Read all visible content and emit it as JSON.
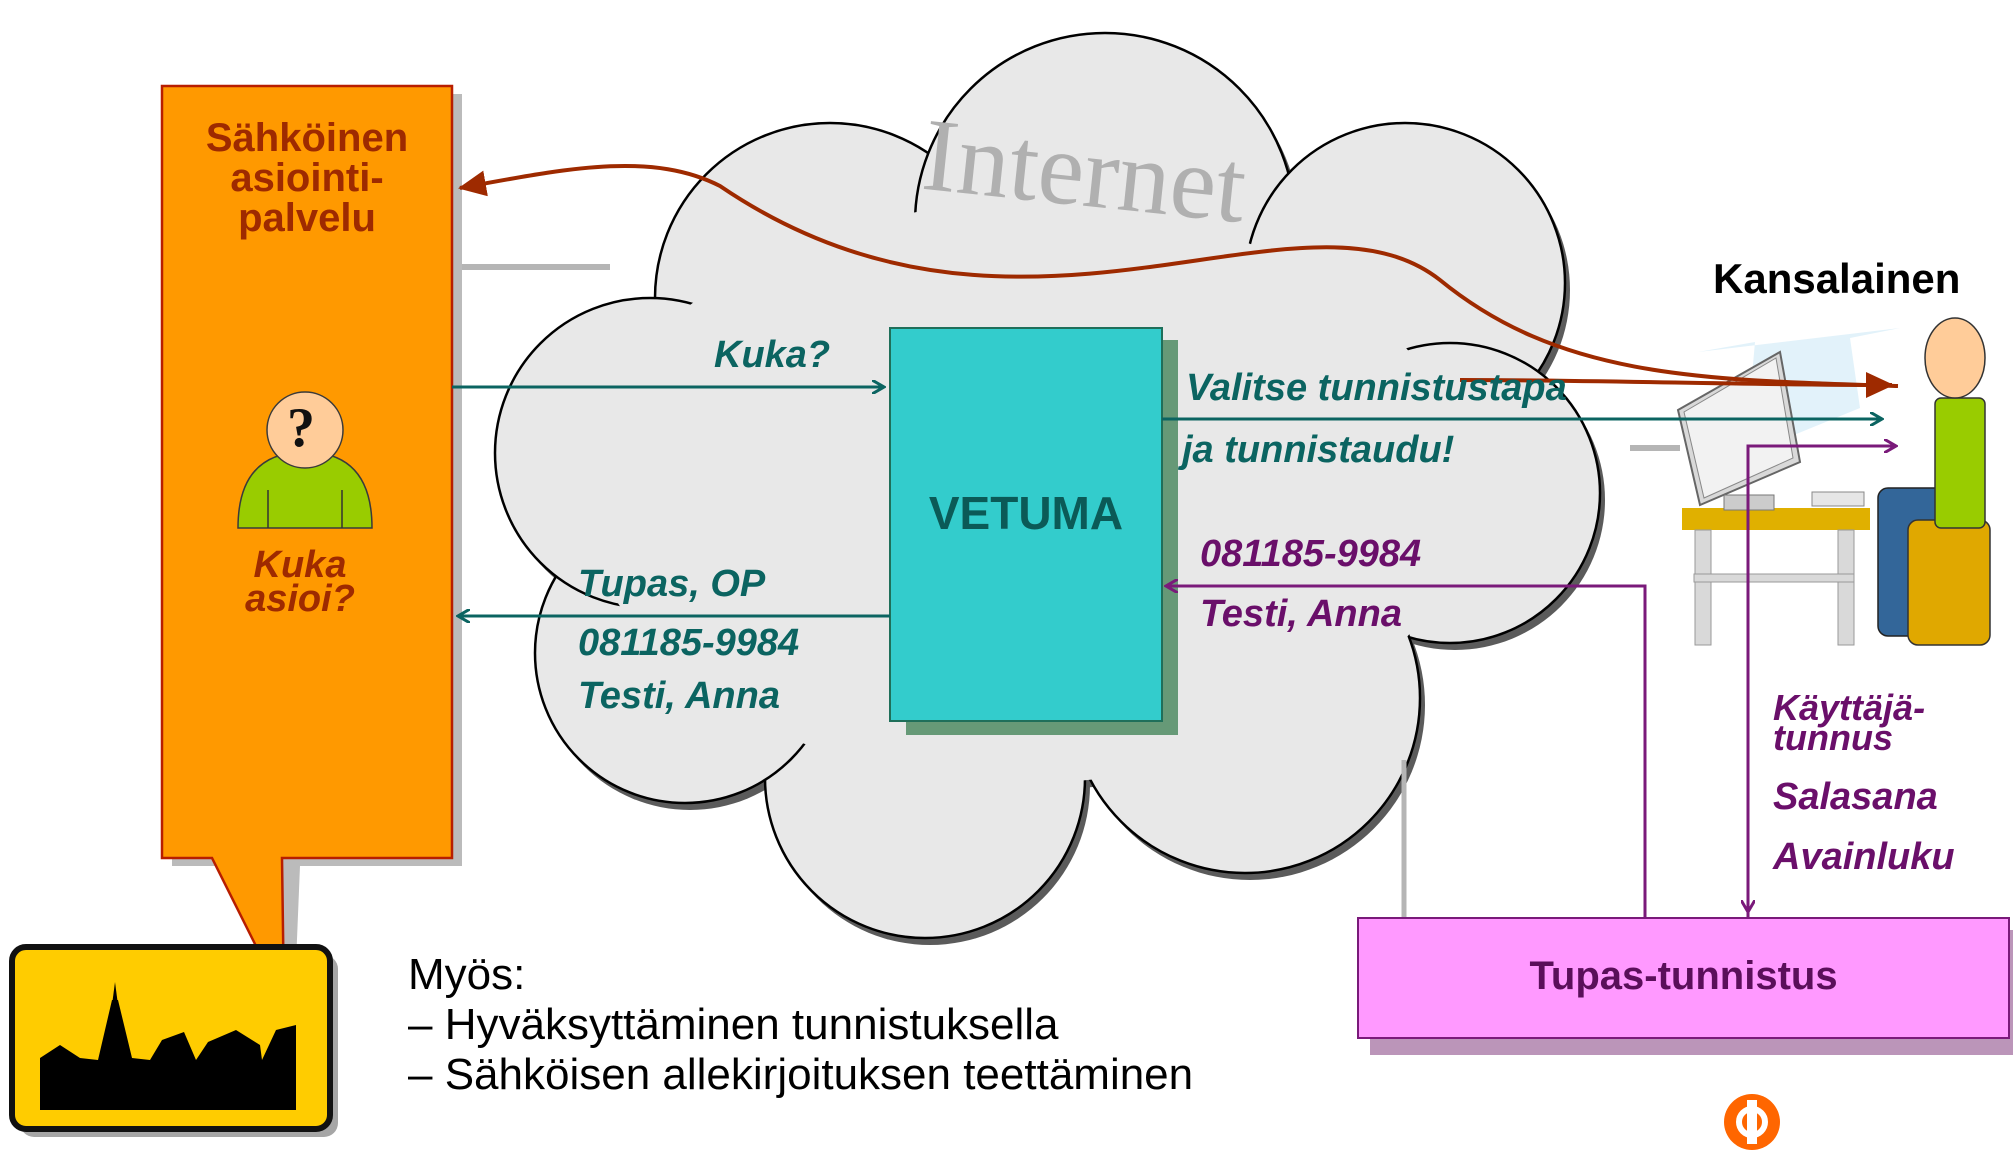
{
  "cloud_label": "Internet",
  "service": {
    "title_line1": "Sähköinen",
    "title_line2": "asiointi-",
    "title_line3": "palvelu",
    "question_mark": "?",
    "question_line1": "Kuka",
    "question_line2": "asioi?"
  },
  "vetuma": {
    "label": "VETUMA"
  },
  "citizen": {
    "label": "Kansalainen"
  },
  "messages": {
    "kuka": "Kuka?",
    "valitse_line1": "Valitse tunnistustapa",
    "valitse_line2": "ja tunnistaudu!",
    "return_line1": "Tupas, OP",
    "return_line2": "081185-9984",
    "return_line3": "Testi, Anna",
    "tupas_ret_line1": "081185-9984",
    "tupas_ret_line2": "Testi, Anna",
    "cred_line1a": "Käyttäjä-",
    "cred_line1b": "tunnus",
    "cred_line2": "Salasana",
    "cred_line3": "Avainluku"
  },
  "tupas": {
    "label": "Tupas-tunnistus"
  },
  "notes": {
    "heading": "Myös:",
    "item1": "– Hyväksyttäminen tunnistuksella",
    "item2": "– Sähköisen allekirjoituksen teettäminen"
  },
  "colors": {
    "orange": "#ff9900",
    "teal_box": "#33cccc",
    "pink_box": "#ff99ff",
    "teal_text": "#0b6461",
    "purple_text": "#6a0f6a",
    "brown_arrow": "#9e2a00",
    "sign_yellow": "#ffcc00"
  }
}
